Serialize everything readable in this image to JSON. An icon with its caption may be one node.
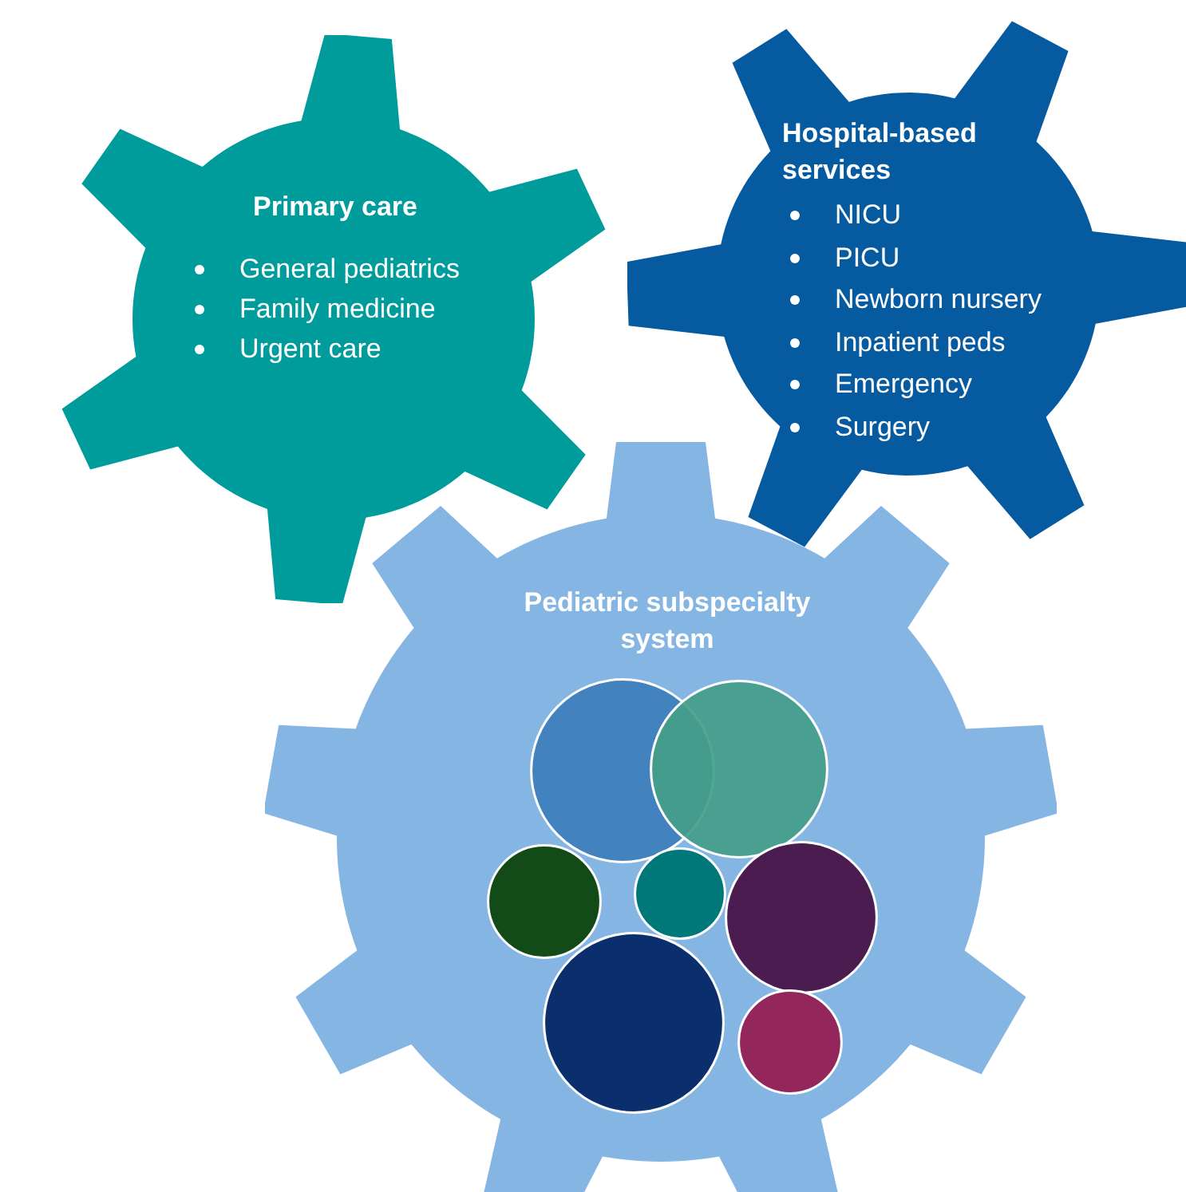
{
  "diagram": {
    "nodes": [
      {
        "text": [
          "Primary care",
          "General pediatrics",
          "Family medicine",
          "Urgent care"
        ]
      },
      {
        "text": [
          "Hospital-based services",
          "NICU",
          "PICU",
          "Newborn nursery",
          "Inpatient peds",
          "Emergency",
          "Surgery"
        ]
      },
      {
        "text": [
          "Pediatric subspecialty system"
        ]
      },
      {
        "text": [],
        "shape": "circle",
        "in": 2
      },
      {
        "text": [],
        "shape": "circle",
        "in": 2
      },
      {
        "text": [],
        "shape": "circle",
        "in": 2
      },
      {
        "text": [],
        "shape": "circle",
        "in": 2
      },
      {
        "text": [],
        "shape": "circle",
        "in": 2
      },
      {
        "text": [],
        "shape": "circle",
        "in": 2
      },
      {
        "text": [],
        "shape": "circle",
        "in": 2
      }
    ]
  }
}
